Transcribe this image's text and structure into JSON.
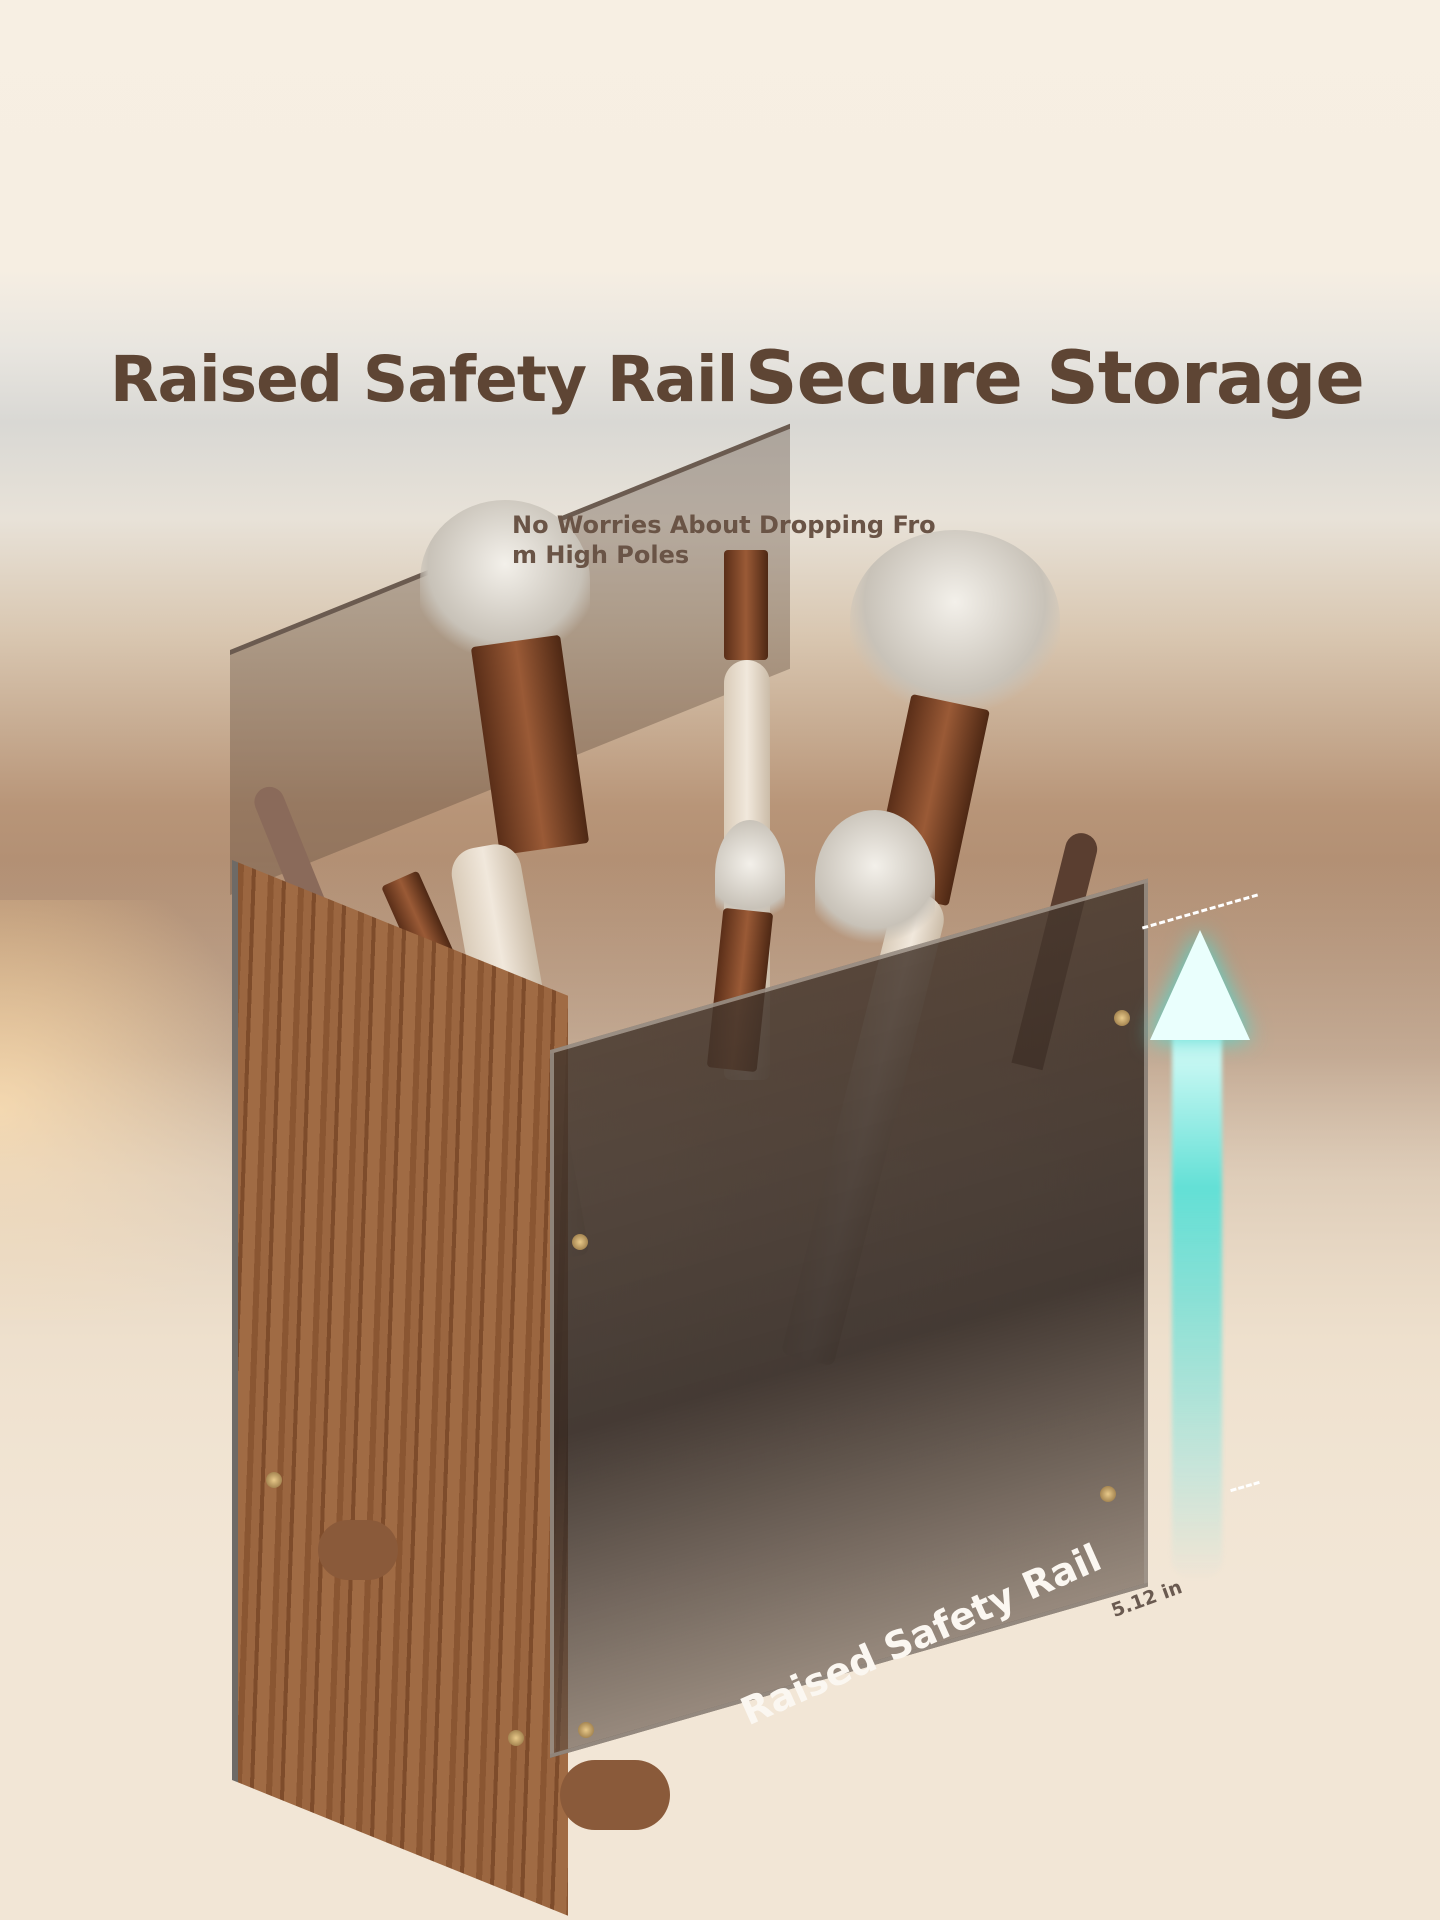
{
  "headline": {
    "left": "Raised Safety Rail",
    "right": "Secure Storage"
  },
  "subtitle": "No Worries About Dropping From High Poles",
  "callout": {
    "label": "Raised Safety Rail",
    "dimension": "5.12 in"
  },
  "colors": {
    "headline": "#5e4534",
    "arrow": "#63e0d6",
    "wood": "#8a5632"
  }
}
